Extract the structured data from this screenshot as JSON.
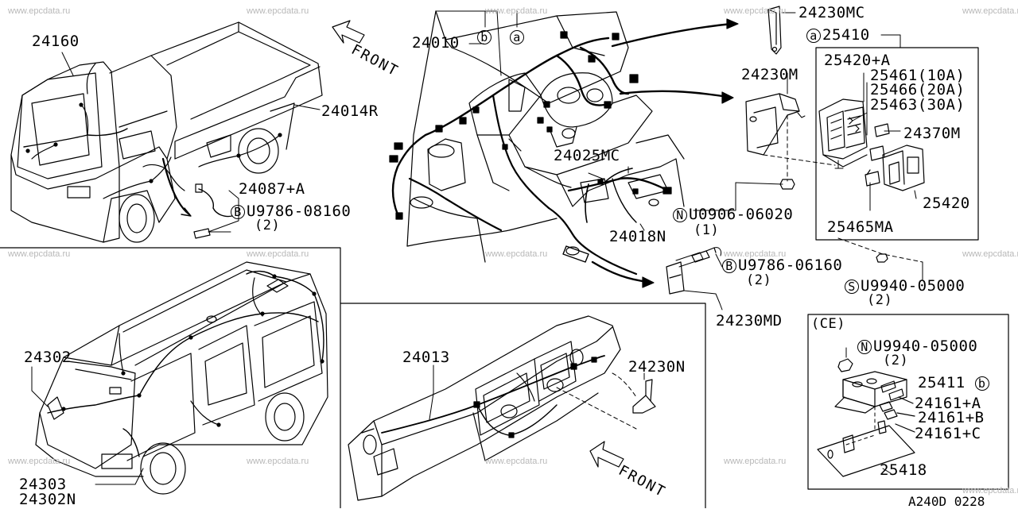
{
  "watermark_text": "www.epcdata.ru",
  "drawing_code": "A240D 0228",
  "front_label": "FRONT",
  "callouts": {
    "p24160": "24160",
    "p24014R": "24014R",
    "p24087A": "24087+A",
    "pU978608160": "U9786-08160",
    "pU978608160_qty": "(2)",
    "p24010": "24010",
    "ref_b": "b",
    "ref_a": "a",
    "p24230MC": "24230MC",
    "p25410": "25410",
    "p25420A": "25420+A",
    "p25461": "25461(10A)",
    "p25466": "25466(20A)",
    "p25463": "25463(30A)",
    "p24370M": "24370M",
    "p25420": "25420",
    "p25465MA": "25465MA",
    "p24230M": "24230M",
    "p24025MC": "24025MC",
    "p24018N": "24018N",
    "pU090606020": "U0906-06020",
    "pU090606020_qty": "(1)",
    "pU978606160": "U9786-06160",
    "pU978606160_qty": "(2)",
    "pU994005000S": "U9940-05000",
    "pU994005000S_qty": "(2)",
    "p24230MD": "24230MD",
    "p24302": "24302",
    "p24303": "24303",
    "p24302N": "24302N",
    "p24013": "24013",
    "p24230N": "24230N",
    "ce": "(CE)",
    "pU994005000N": "U9940-05000",
    "pU994005000N_qty": "(2)",
    "p25411": "25411",
    "p24161A": "24161+A",
    "p24161B": "24161+B",
    "p24161C": "24161+C",
    "p25418": "25418",
    "sym_B": "B",
    "sym_N": "N",
    "sym_S": "S"
  }
}
